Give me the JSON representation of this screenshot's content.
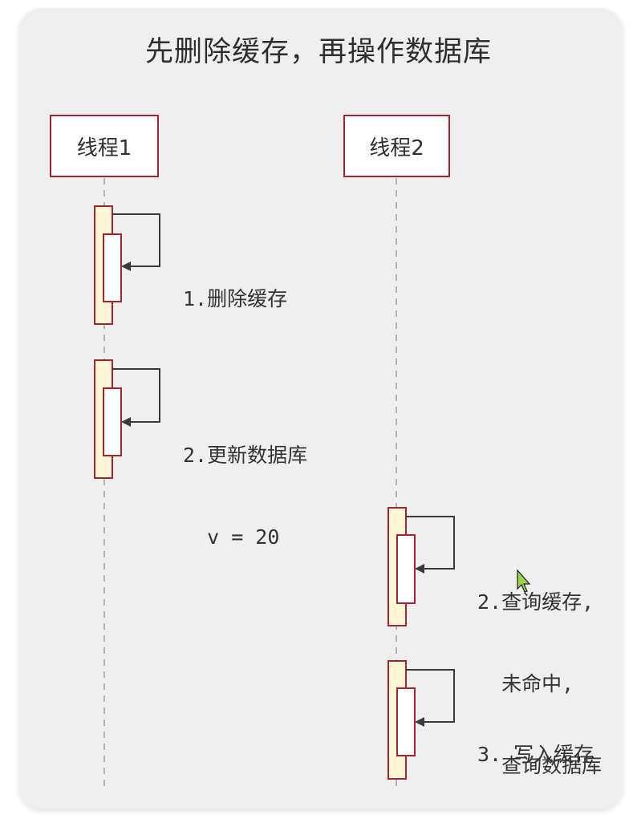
{
  "title": "先删除缓存，再操作数据库",
  "lifelines": [
    {
      "label": "线程1"
    },
    {
      "label": "线程2"
    }
  ],
  "steps": [
    {
      "lines": [
        "1.删除缓存"
      ]
    },
    {
      "lines": [
        "2.更新数据库",
        "  v = 20"
      ]
    },
    {
      "lines": [
        "2.查询缓存,",
        "  未命中,",
        "  查询数据库"
      ]
    },
    {
      "lines": [
        "3. 写入缓存"
      ]
    }
  ],
  "colors": {
    "border": "#a6232e",
    "activation_fill": "#fdf7d7",
    "arrow": "#3a3a3a",
    "lifeline_dash": "#b5b5b5"
  }
}
